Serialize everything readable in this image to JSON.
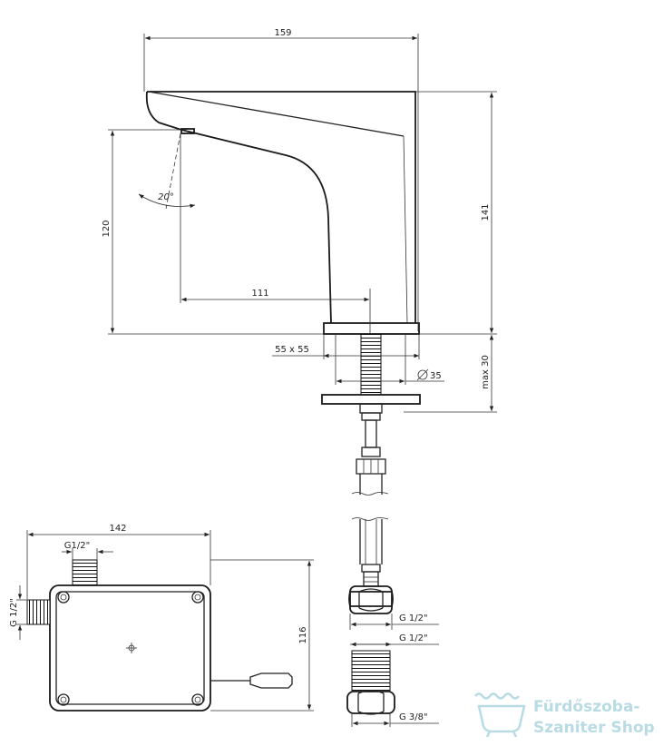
{
  "dimensions": {
    "width_total": "159",
    "height_total": "141",
    "spout_height": "120",
    "spout_reach": "111",
    "spray_angle": "20°",
    "base_plate": "55 x 55",
    "hole_diameter": "35",
    "max_deck": "max 30",
    "box_width": "142",
    "box_height": "116"
  },
  "connections": {
    "box_top_inlet": "G1/2\"",
    "box_side_inlet": "G 1/2\"",
    "hose_end": "G 1/2\"",
    "adapter_top": "G 1/2\"",
    "adapter_bottom": "G 3/8\""
  },
  "watermark": {
    "line1": "Fürdőszoba-",
    "line2": "Szaniter Shop",
    "color": "#b8dbe4"
  }
}
